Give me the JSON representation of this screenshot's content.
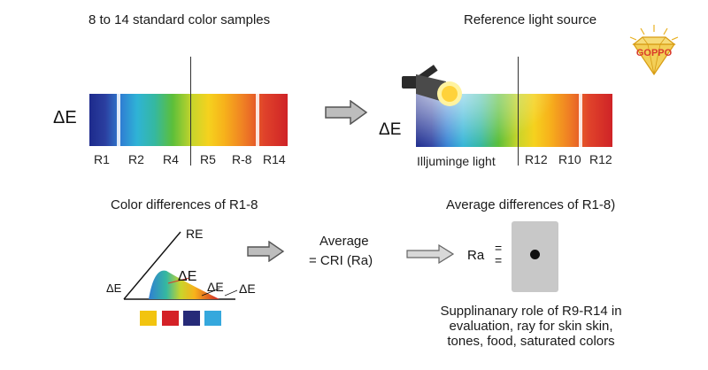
{
  "top_left": {
    "title": "8 to 14 standard color samples",
    "delta_label": "ΔE",
    "ticks": [
      "R1",
      "R2",
      "R4",
      "R5",
      "R-8",
      "R14"
    ]
  },
  "top_right": {
    "title": "Reference light source",
    "delta_label": "ΔE",
    "illuminant_label": "Illjuminge light",
    "ticks": [
      "R12",
      "R10",
      "R12"
    ]
  },
  "bottom_left": {
    "title": "Color differences of R1-8",
    "re_label": "RE",
    "delta_left": "ΔE",
    "delta_mid": "ΔE",
    "delta_a": "ΔE",
    "delta_b": "ΔE",
    "swatch_colors": [
      "#f2c40f",
      "#d42127",
      "#262a78",
      "#35a8dd"
    ]
  },
  "middle": {
    "average_line1": "Average",
    "average_line2": "= CRI (Ra)"
  },
  "bottom_right": {
    "title": "Average differences of R1-8)",
    "ra_label": "Ra",
    "eq1": "=",
    "eq2": "=",
    "note_line1": "Supplinanary role of R9-R14 in",
    "note_line2": "evaluation, ray for skin skin,",
    "note_line3": "tones, food, saturated colors"
  },
  "logo": {
    "text": "GOPPO",
    "colors": {
      "gold": "#e8b020",
      "red": "#d93a2a"
    }
  }
}
